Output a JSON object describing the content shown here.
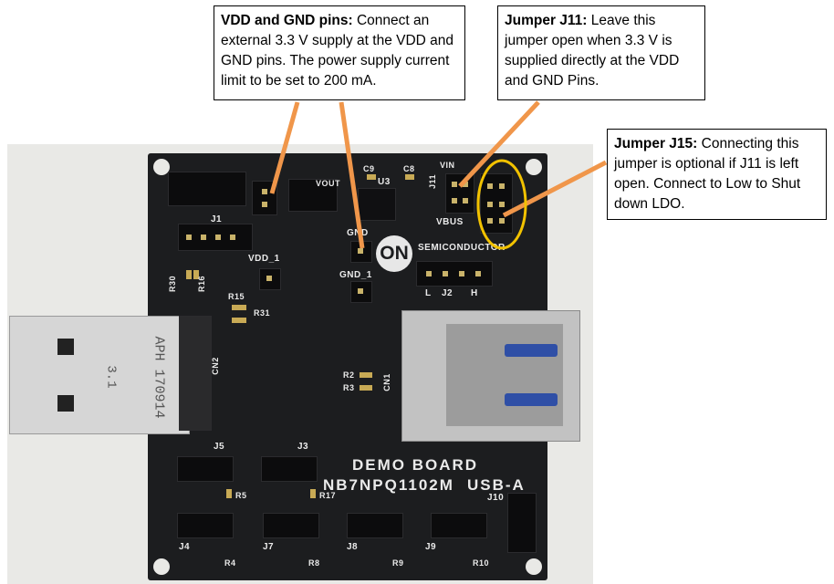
{
  "callouts": {
    "vdd_gnd": {
      "title": "VDD and GND pins:",
      "body": " Connect an external 3.3 V supply at the VDD and GND pins. The power supply current limit to be set to 200 mA."
    },
    "j11": {
      "title": "Jumper J11:",
      "body": " Leave this jumper open when 3.3 V is supplied directly at the VDD and GND Pins."
    },
    "j15": {
      "title": "Jumper J15:",
      "body": " Connecting this jumper is optional if J11 is left open. Connect to Low to Shut down LDO."
    }
  },
  "board": {
    "logo": "ON",
    "semiconductor": "SEMICONDUCTOR",
    "demo_board": "DEMO BOARD",
    "part_number": "NB7NPQ1102M",
    "usb_a": "USB-A",
    "usb_plug_text": "APH 170914",
    "usb_plug_rev": "3.1",
    "labels": {
      "vdd_1": "VDD_1",
      "gnd": "GND",
      "gnd_1": "GND_1",
      "j1": "J1",
      "j2": "J2",
      "j3": "J3",
      "j4": "J4",
      "j5": "J5",
      "j7": "J7",
      "j8": "J8",
      "j9": "J9",
      "j10": "J10",
      "j11": "J11",
      "vbus": "VBUS",
      "vin": "VIN",
      "vout": "VOUT",
      "u3": "U3",
      "c8": "C8",
      "c9": "C9",
      "r15": "R15",
      "r31": "R31",
      "r30": "R30",
      "r16": "R16",
      "r2": "R2",
      "r3": "R3",
      "r4": "R4",
      "r5": "R5",
      "r8": "R8",
      "r9": "R9",
      "r10": "R10",
      "r17": "R17",
      "cn1": "CN1",
      "cn2": "CN2",
      "l": "L",
      "h": "H"
    }
  },
  "colors": {
    "arrow": "#f0964a",
    "highlight": "#f2c200",
    "board": "#1c1d1f"
  }
}
